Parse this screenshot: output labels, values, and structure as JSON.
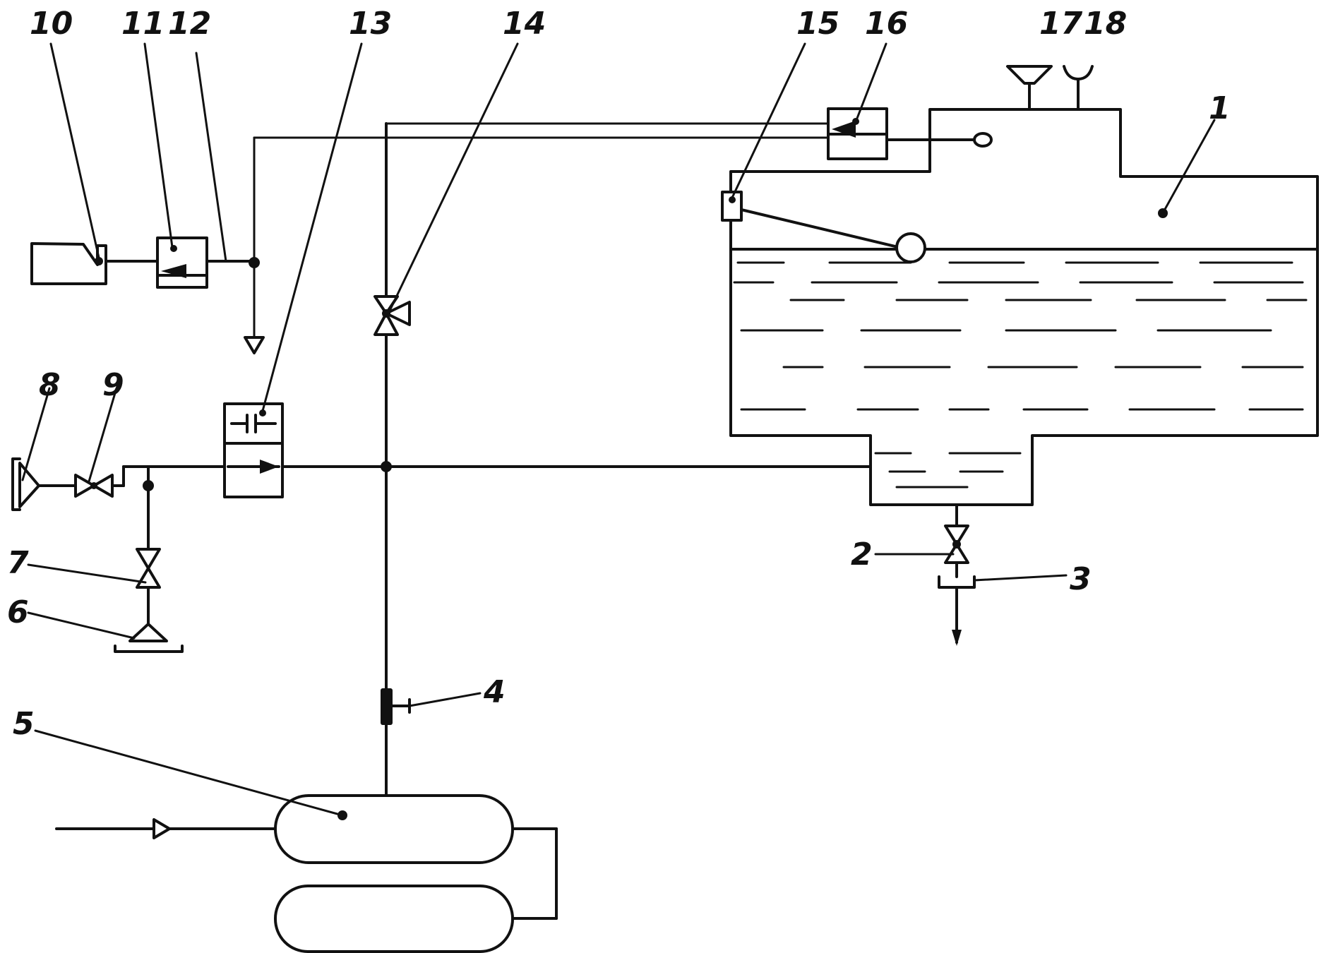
{
  "labels": {
    "l1": "1",
    "l2": "2",
    "l3": "3",
    "l4": "4",
    "l5": "5",
    "l6": "6",
    "l7": "7",
    "l8": "8",
    "l9": "9",
    "l10": "10",
    "l11": "11",
    "l12": "12",
    "l13": "13",
    "l14": "14",
    "l15": "15",
    "l16": "16",
    "l17": "17",
    "l18": "18"
  },
  "colors": {
    "ink": "#111111",
    "paper": "#ffffff"
  }
}
